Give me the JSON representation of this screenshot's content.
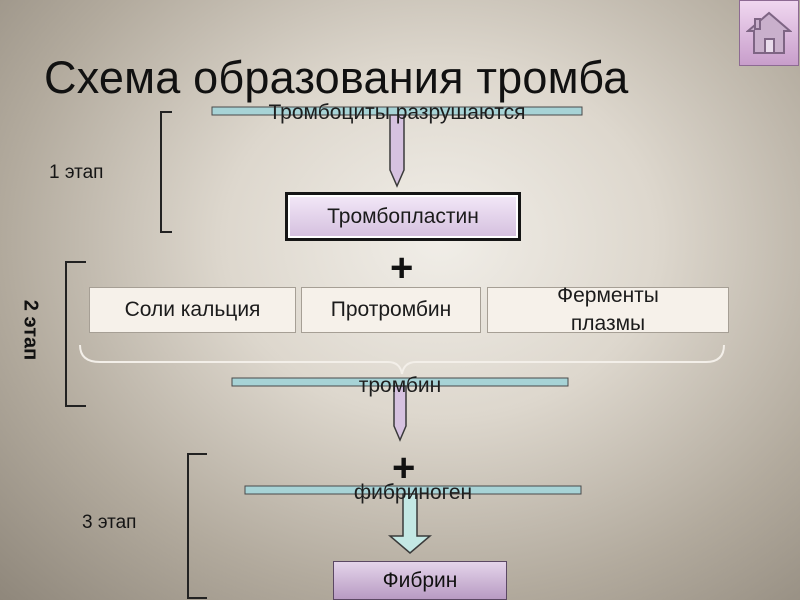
{
  "title": "Схема образования тромба",
  "stages": {
    "stage1": "1 этап",
    "stage2": "2 этап",
    "stage3": "3 этап"
  },
  "nodes": {
    "platelets": "Тромбоциты разрушаются",
    "thromboplastin": "Тромбопластин",
    "calcium_salts": "Соли кальция",
    "prothrombin": "Протромбин",
    "plasma_enzymes": "Ферменты плазмы",
    "thrombin": "тромбин",
    "fibrinogen": "фибриноген",
    "fibrin": "Фибрин"
  },
  "symbols": {
    "plus": "+"
  },
  "icons": {
    "home": "home-icon"
  },
  "colors": {
    "bar_fill": "#a7d3d6",
    "arrow_fill": "#d6c2e0",
    "fibrin_arrow_fill": "#c4e8e4",
    "box_purple": "#e6d5ee"
  }
}
